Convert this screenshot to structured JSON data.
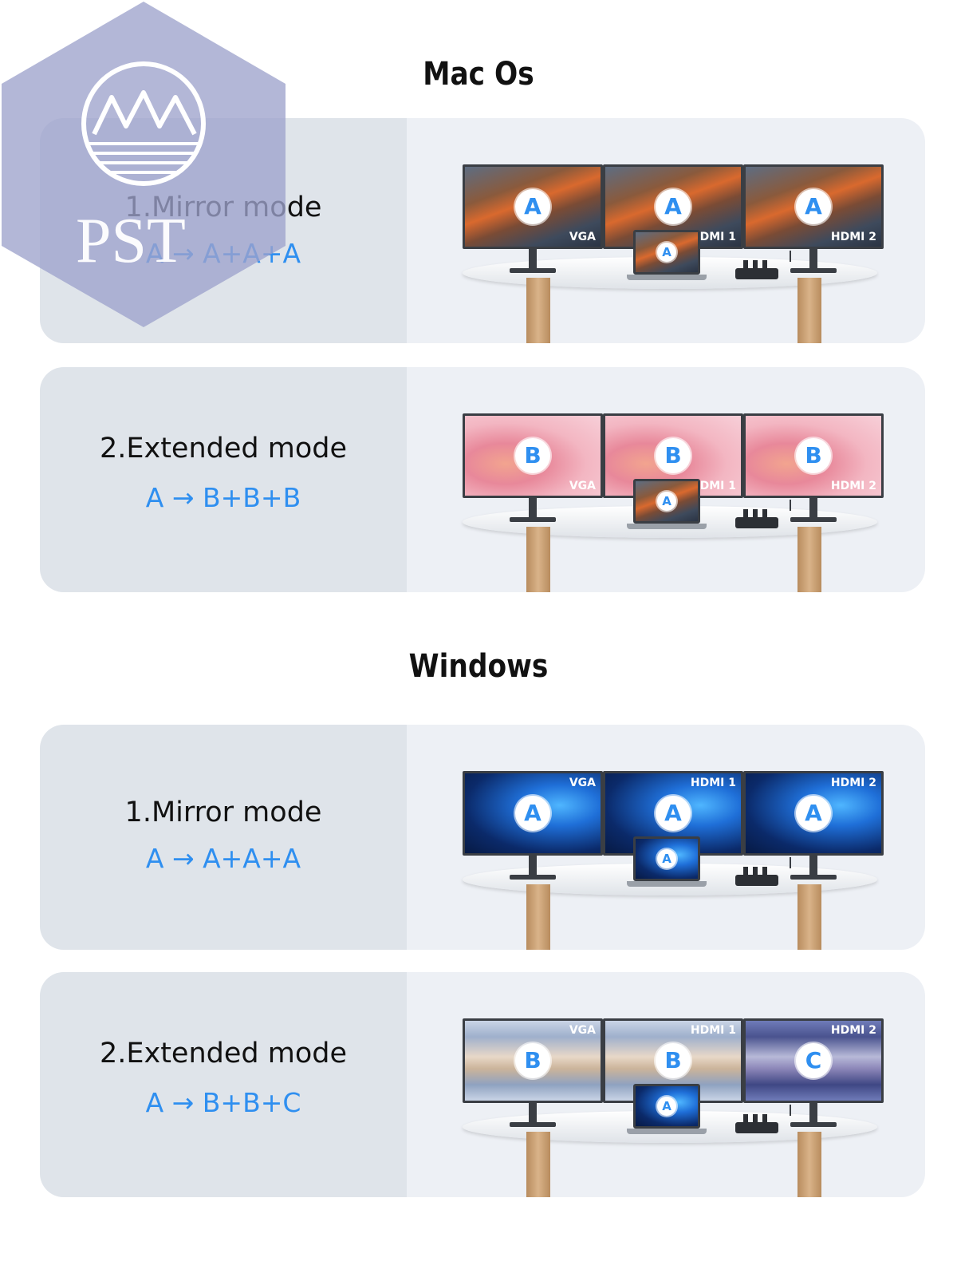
{
  "sections": [
    {
      "title": "Mac Os",
      "modes": [
        {
          "name": "1.Mirror mode",
          "formula": "A → A+A+A",
          "screen_style": "mac",
          "monitors": [
            {
              "port": "VGA",
              "badge": "A"
            },
            {
              "port": "HDMI 1",
              "badge": "A"
            },
            {
              "port": "HDMI 2",
              "badge": "A"
            }
          ],
          "laptop_badge": "A"
        },
        {
          "name": "2.Extended mode",
          "formula": "A → B+B+B",
          "screen_style": "pink",
          "monitors": [
            {
              "port": "VGA",
              "badge": "B"
            },
            {
              "port": "HDMI 1",
              "badge": "B"
            },
            {
              "port": "HDMI 2",
              "badge": "B"
            }
          ],
          "laptop_badge": "A"
        }
      ]
    },
    {
      "title": "Windows",
      "modes": [
        {
          "name": "1.Mirror mode",
          "formula": "A → A+A+A",
          "screen_style": "win",
          "monitors": [
            {
              "port": "VGA",
              "badge": "A"
            },
            {
              "port": "HDMI 1",
              "badge": "A"
            },
            {
              "port": "HDMI 2",
              "badge": "A"
            }
          ],
          "laptop_badge": "A"
        },
        {
          "name": "2.Extended mode",
          "formula": "A → B+B+C",
          "screen_style": "wave",
          "monitors": [
            {
              "port": "VGA",
              "badge": "B"
            },
            {
              "port": "HDMI 1",
              "badge": "B"
            },
            {
              "port": "HDMI 2",
              "badge": "C"
            }
          ],
          "laptop_badge": "A"
        }
      ]
    }
  ],
  "watermark": {
    "text": "PST",
    "color": "#9ea3cc"
  },
  "colors": {
    "accent": "#2f8ff0",
    "card_left": "#dfe4ea",
    "card_right": "#edf0f5"
  }
}
